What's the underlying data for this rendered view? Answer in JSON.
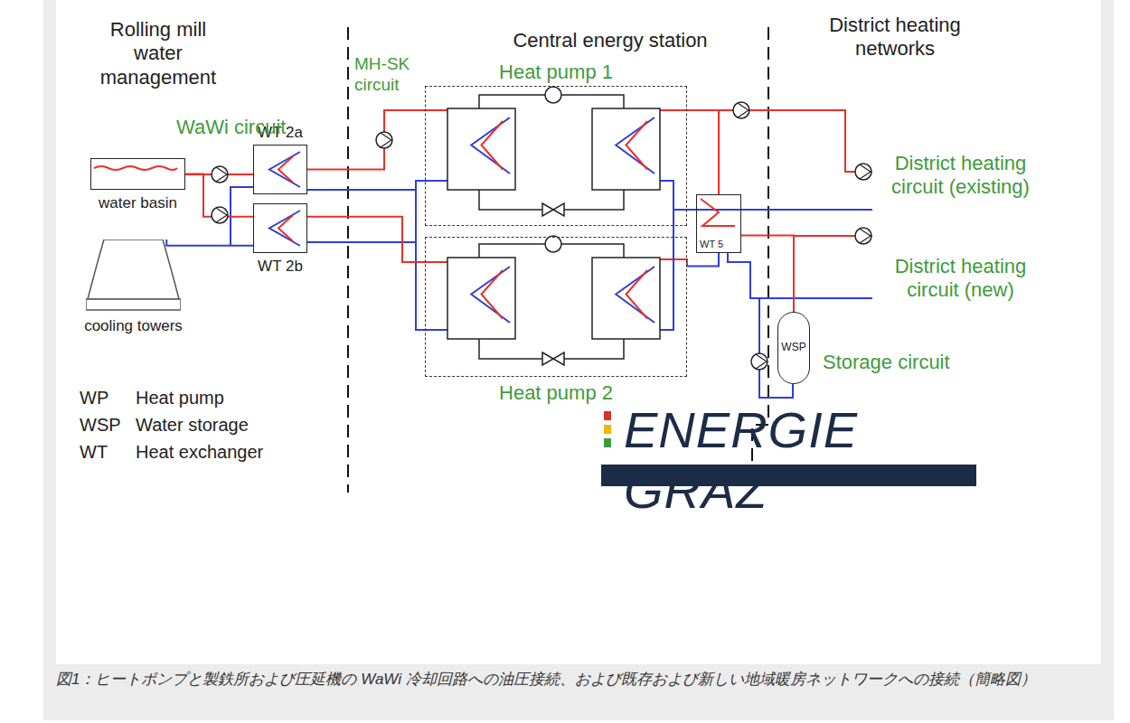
{
  "diagram": {
    "caption": "図1：ヒートポンプと製鉄所および圧延機の WaWi 冷却回路への油圧接続、および既存および新しい地域暖房ネットワークへの接続（簡略図）",
    "nodes": [
      {
        "text": [
          "water basin"
        ]
      },
      {
        "text": [
          "cooling towers"
        ]
      },
      {
        "text": [
          "WT 2a"
        ]
      },
      {
        "text": [
          "WT 2b"
        ]
      },
      {
        "text": [
          "Heat pump 1"
        ]
      },
      {
        "text": [
          "Heat pump 2"
        ]
      },
      {
        "text": [
          "WT 5"
        ]
      },
      {
        "text": [
          "WSP"
        ]
      }
    ],
    "edges": [
      {
        "from": 0,
        "to": 2,
        "arrow": "none"
      },
      {
        "from": 0,
        "to": 3,
        "arrow": "none"
      },
      {
        "from": 3,
        "to": 1,
        "arrow": "none"
      },
      {
        "from": 2,
        "to": 4,
        "arrow": "none"
      },
      {
        "from": 3,
        "to": 5,
        "arrow": "none"
      },
      {
        "from": 4,
        "to": 6,
        "arrow": "none"
      },
      {
        "from": 5,
        "to": 6,
        "arrow": "none"
      },
      {
        "from": 6,
        "to": 7,
        "arrow": "none"
      }
    ],
    "labels": [
      "Rolling mill water management",
      "Central energy station",
      "District heating networks",
      "MH-SK circuit",
      "WaWi circuit",
      "District heating circuit (existing)",
      "District heating circuit (new)",
      "Storage circuit",
      "WP",
      "Heat pump",
      "WSP",
      "Water storage",
      "WT",
      "Heat exchanger",
      "ENERGIE GRAZ"
    ]
  }
}
